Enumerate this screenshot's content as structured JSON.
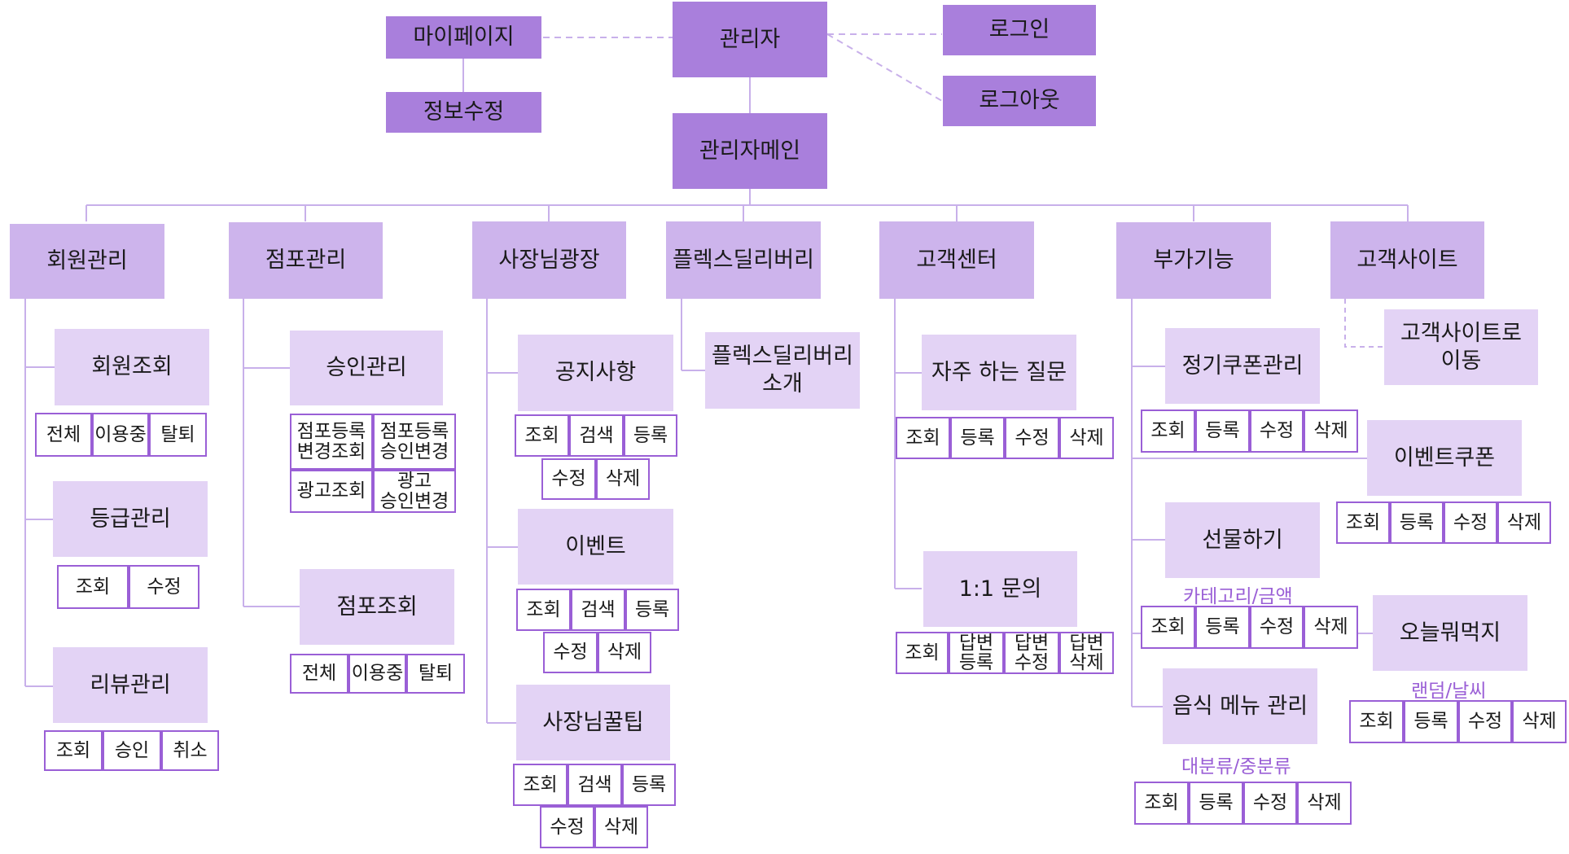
{
  "colors": {
    "level1": "#a97fdc",
    "level2": "#cdb4ec",
    "level3": "#e3d3f5",
    "leaf_border": "#9a5fd6",
    "note_text": "#9a5fd6",
    "line": "#c8b0ea"
  },
  "top": {
    "admin": "관리자",
    "mypage": "마이페이지",
    "edit_info": "정보수정",
    "login": "로그인",
    "logout": "로그아웃",
    "admin_main": "관리자메인"
  },
  "categories": {
    "member": "회원관리",
    "store": "점포관리",
    "owner_plaza": "사장님광장",
    "flex_delivery": "플렉스딜리버리",
    "customer_center": "고객센터",
    "extra": "부가기능",
    "customer_site": "고객사이트"
  },
  "member": {
    "lookup": "회원조회",
    "lookup_items": [
      "전체",
      "이용중",
      "탈퇴"
    ],
    "grade": "등급관리",
    "grade_items": [
      "조회",
      "수정"
    ],
    "review": "리뷰관리",
    "review_items": [
      "조회",
      "승인",
      "취소"
    ]
  },
  "store": {
    "approval": "승인관리",
    "approval_items": [
      "점포등록\n변경조회",
      "점포등록\n승인변경",
      "광고조회",
      "광고\n승인변경"
    ],
    "lookup": "점포조회",
    "lookup_items": [
      "전체",
      "이용중",
      "탈퇴"
    ]
  },
  "owner_plaza": {
    "notice": "공지사항",
    "notice_items": [
      "조회",
      "검색",
      "등록",
      "수정",
      "삭제"
    ],
    "event": "이벤트",
    "event_items": [
      "조회",
      "검색",
      "등록",
      "수정",
      "삭제"
    ],
    "tips": "사장님꿀팁",
    "tips_items": [
      "조회",
      "검색",
      "등록",
      "수정",
      "삭제"
    ]
  },
  "flex_delivery": {
    "intro": "플렉스딜리버리\n소개"
  },
  "customer_center": {
    "faq": "자주 하는 질문",
    "faq_items": [
      "조회",
      "등록",
      "수정",
      "삭제"
    ],
    "qna": "1:1 문의",
    "qna_items": [
      "조회",
      "답변\n등록",
      "답변\n수정",
      "답변\n삭제"
    ]
  },
  "extra": {
    "regular_coupon": "정기쿠폰관리",
    "regular_coupon_items": [
      "조회",
      "등록",
      "수정",
      "삭제"
    ],
    "event_coupon": "이벤트쿠폰",
    "event_coupon_items": [
      "조회",
      "등록",
      "수정",
      "삭제"
    ],
    "gift": "선물하기",
    "gift_note": "카테고리/금액",
    "gift_items": [
      "조회",
      "등록",
      "수정",
      "삭제"
    ],
    "today_menu": "오늘뭐먹지",
    "today_menu_note": "랜덤/날씨",
    "today_menu_items": [
      "조회",
      "등록",
      "수정",
      "삭제"
    ],
    "food_menu": "음식 메뉴 관리",
    "food_menu_note": "대분류/중분류",
    "food_menu_items": [
      "조회",
      "등록",
      "수정",
      "삭제"
    ]
  },
  "customer_site": {
    "goto": "고객사이트로\n이동"
  }
}
